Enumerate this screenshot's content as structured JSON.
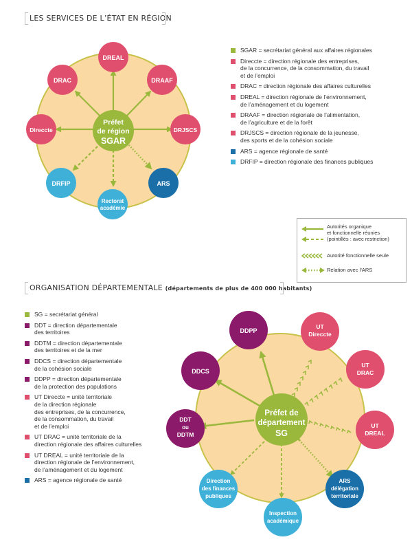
{
  "colors": {
    "green": "#9ab83c",
    "pink": "#e0506e",
    "purple": "#8c1a6a",
    "darkblue": "#1a6fa8",
    "lightblue": "#3fb1d9",
    "beige": "#fbd9a3",
    "ring": "#c7c24a"
  },
  "region": {
    "title": "LES SERVICES DE L’ÉTAT EN RÉGION",
    "center": [
      "Préfet",
      "de région",
      "SGAR"
    ],
    "nodes": {
      "dreal": "DREAL",
      "draaf": "DRAAF",
      "drjscs": "DRJSCS",
      "ars": "ARS",
      "rectorat": [
        "Rectorat",
        "académie"
      ],
      "drfip": "DRFIP",
      "direccte": "Direccte",
      "drac": "DRAC"
    },
    "legend": [
      {
        "color": "green",
        "text": "SGAR = secrétariat général aux affaires régionales"
      },
      {
        "color": "pink",
        "text": "Direccte = direction régionale des entreprises,\nde la concurrence, de la consommation, du travail\net de l’emploi"
      },
      {
        "color": "pink",
        "text": "DRAC = direction régionale des affaires culturelles"
      },
      {
        "color": "pink",
        "text": "DREAL = direction régionale de l’environnement,\nde l’aménagement et du logement"
      },
      {
        "color": "pink",
        "text": "DRAAF = direction régionale de l’alimentation,\nde l’agriculture et de la forêt"
      },
      {
        "color": "pink",
        "text": "DRJSCS = direction régionale de la jeunesse,\ndes sports et de la cohésion sociale"
      },
      {
        "color": "darkblue",
        "text": "ARS = agence régionale de santé"
      },
      {
        "color": "lightblue",
        "text": "DRFIP = direction régionale des finances publiques"
      }
    ]
  },
  "arrow_legend": [
    {
      "style": "solid",
      "text": "Autorités organique\net fonctionnelle réunies"
    },
    {
      "style": "dashed",
      "text": "(pointillés : avec restriction)"
    },
    {
      "style": "chevrons",
      "text": "Autorité fonctionnelle seule"
    },
    {
      "style": "dotted",
      "text": "Relation avec l’ARS"
    }
  ],
  "departement": {
    "title": "ORGANISATION DÉPARTEMENTALE",
    "subtitle": "(départements de plus de 400 000 habitants)",
    "center": [
      "Préfet de",
      "département",
      "SG"
    ],
    "nodes": {
      "ddpp": "DDPP",
      "ut_direccte": [
        "UT",
        "Direccte"
      ],
      "ut_drac": [
        "UT",
        "DRAC"
      ],
      "ut_dreal": [
        "UT",
        "DREAL"
      ],
      "ars": [
        "ARS",
        "délégation",
        "territoriale"
      ],
      "inspection": [
        "Inspection",
        "académique"
      ],
      "finances": [
        "Direction",
        "des finances",
        "publiques"
      ],
      "ddt": [
        "DDT",
        "ou",
        "DDTM"
      ],
      "ddcs": "DDCS"
    },
    "legend": [
      {
        "color": "green",
        "text": "SG = secrétariat général"
      },
      {
        "color": "purple",
        "text": "DDT = direction départementale\ndes territoires"
      },
      {
        "color": "purple",
        "text": "DDTM = direction départementale\ndes territoires et de la mer"
      },
      {
        "color": "purple",
        "text": "DDCS = direction départementale\nde la cohésion sociale"
      },
      {
        "color": "purple",
        "text": "DDPP = direction départementale\nde la protection des populations"
      },
      {
        "color": "pink",
        "text": "UT Direccte = unité territoriale\nde la direction régionale\ndes entreprises, de la concurrence,\nde la consommation, du travail\net de l’emploi"
      },
      {
        "color": "pink",
        "text": "UT DRAC = unité territoriale de la\ndirection régionale des affaires culturelles"
      },
      {
        "color": "pink",
        "text": "UT DREAL = unité territoriale de la\ndirection régionale de l’environnement,\nde l’aménagement et du logement"
      },
      {
        "color": "darkblue",
        "text": "ARS = agence régionale de santé"
      }
    ]
  }
}
